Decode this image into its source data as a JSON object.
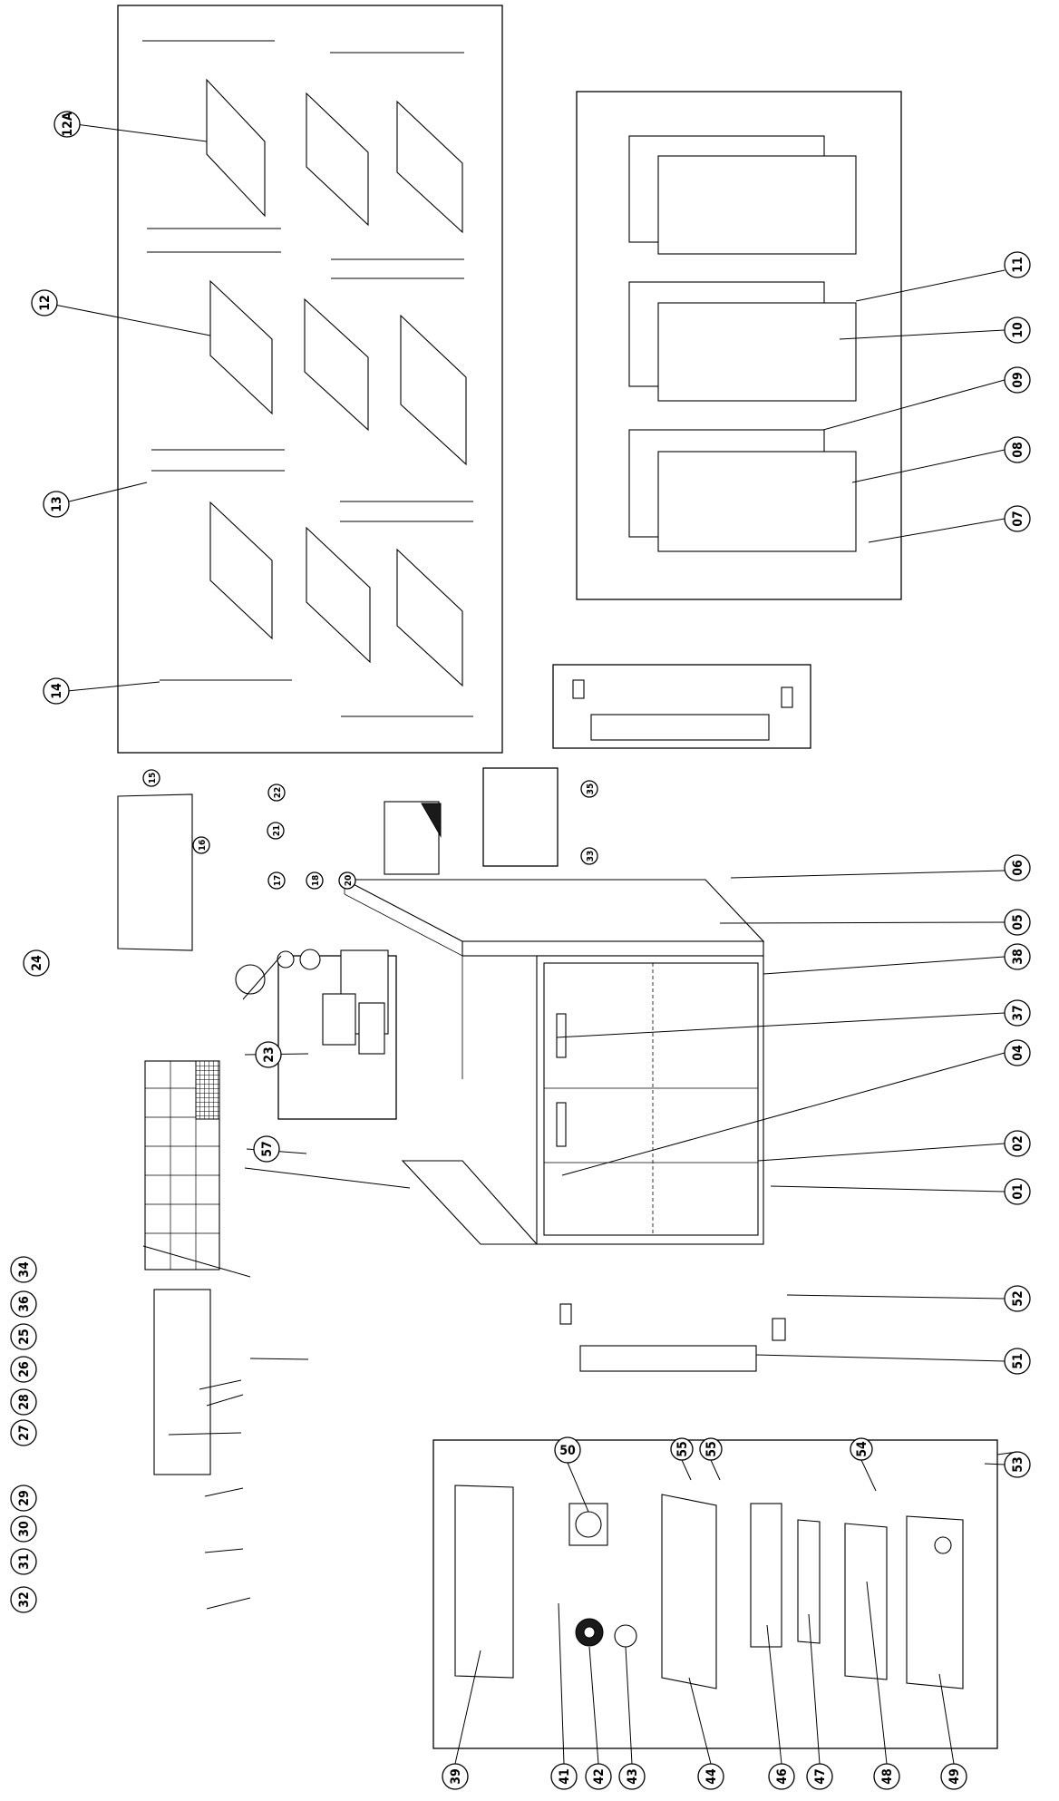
{
  "callouts": [
    "12A",
    "12",
    "13",
    "14",
    "11",
    "10",
    "09",
    "08",
    "07",
    "15",
    "16",
    "17",
    "18",
    "20",
    "21",
    "22",
    "35",
    "33",
    "06",
    "05",
    "38",
    "37",
    "04",
    "02",
    "01",
    "24",
    "23",
    "57",
    "34",
    "36",
    "25",
    "26",
    "28",
    "27",
    "29",
    "30",
    "31",
    "32",
    "52",
    "51",
    "50",
    "55",
    "55",
    "54",
    "53",
    "39",
    "41",
    "42",
    "43",
    "44",
    "46",
    "47",
    "48",
    "49"
  ]
}
